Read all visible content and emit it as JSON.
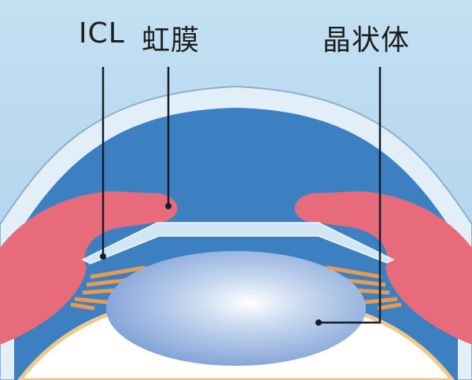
{
  "labels": {
    "icl": "ICL",
    "iris": "虹膜",
    "lens": "晶状体"
  },
  "colors": {
    "background": "#b7d8ef",
    "cornea": "#e3eff8",
    "chamber": "#3d80c2",
    "iris": "#e86b7b",
    "icl": "#d3e6f4",
    "lens_edge": "#7d9fd6",
    "zonule": "#e99a4f",
    "leader": "#151d2b"
  }
}
